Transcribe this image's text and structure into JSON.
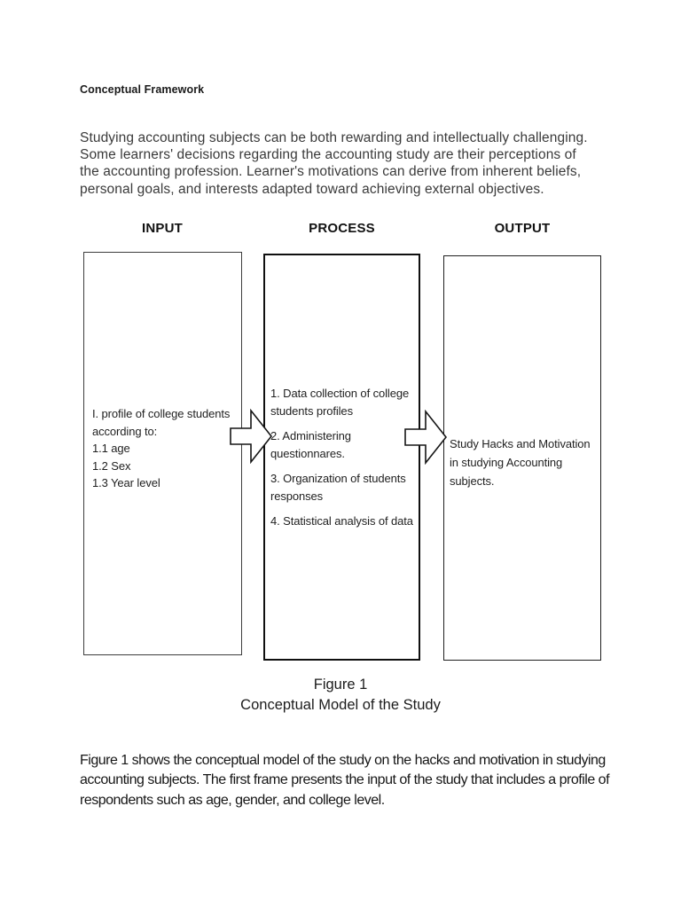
{
  "document": {
    "heading": "Conceptual Framework",
    "intro": "Studying accounting subjects can be both rewarding and intellectually challenging. Some learners' decisions regarding the accounting study are their perceptions of the accounting profession. Learner's motivations can derive from inherent beliefs, personal goals, and interests adapted toward achieving external objectives.",
    "figure_caption": {
      "line1": "Figure 1",
      "line2": "Conceptual Model of the Study"
    },
    "closing": "Figure 1 shows the conceptual model of the study on the hacks and motivation in studying accounting subjects. The first frame presents the input of the study that includes a profile of respondents such as age, gender, and college level."
  },
  "diagram": {
    "input": {
      "header": "INPUT",
      "intro_line": "I. profile of college students according to:",
      "items": [
        "1.1 age",
        "1.2 Sex",
        "1.3 Year level"
      ]
    },
    "process": {
      "header": "PROCESS",
      "items": [
        "1. Data collection of college students profiles",
        "2. Administering questionnares.",
        "3. Organization of students responses",
        "4. Statistical analysis of data"
      ]
    },
    "output": {
      "header": "OUTPUT",
      "text": "Study Hacks and Motivation in studying Accounting subjects."
    },
    "arrows": [
      "right-block-arrow",
      "right-block-arrow"
    ]
  },
  "colors": {
    "page_background": "#ffffff",
    "text_primary": "#1d1d1d",
    "text_paragraph": "#3a3a3a",
    "box_border_light": "#3d3d3d",
    "box_border_heavy": "#101010",
    "arrow_fill": "#ffffff",
    "arrow_stroke": "#151515"
  }
}
